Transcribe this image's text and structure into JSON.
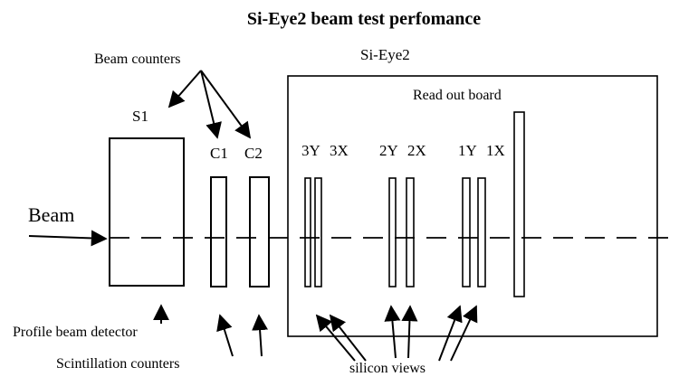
{
  "title": "Si-Eye2 beam test perfomance",
  "labels": {
    "beam_counters": "Beam counters",
    "si_eye2": "Si-Eye2",
    "read_out_board": "Read out board",
    "s1": "S1",
    "c1": "C1",
    "c2": "C2",
    "view_3y": "3Y",
    "view_3x": "3X",
    "view_2y": "2Y",
    "view_2x": "2X",
    "view_1y": "1Y",
    "view_1x": "1X",
    "beam": "Beam",
    "profile_beam_detector": "Profile beam detector",
    "scintillation_counters": "Scintillation counters",
    "silicon_views": "silicon views"
  }
}
